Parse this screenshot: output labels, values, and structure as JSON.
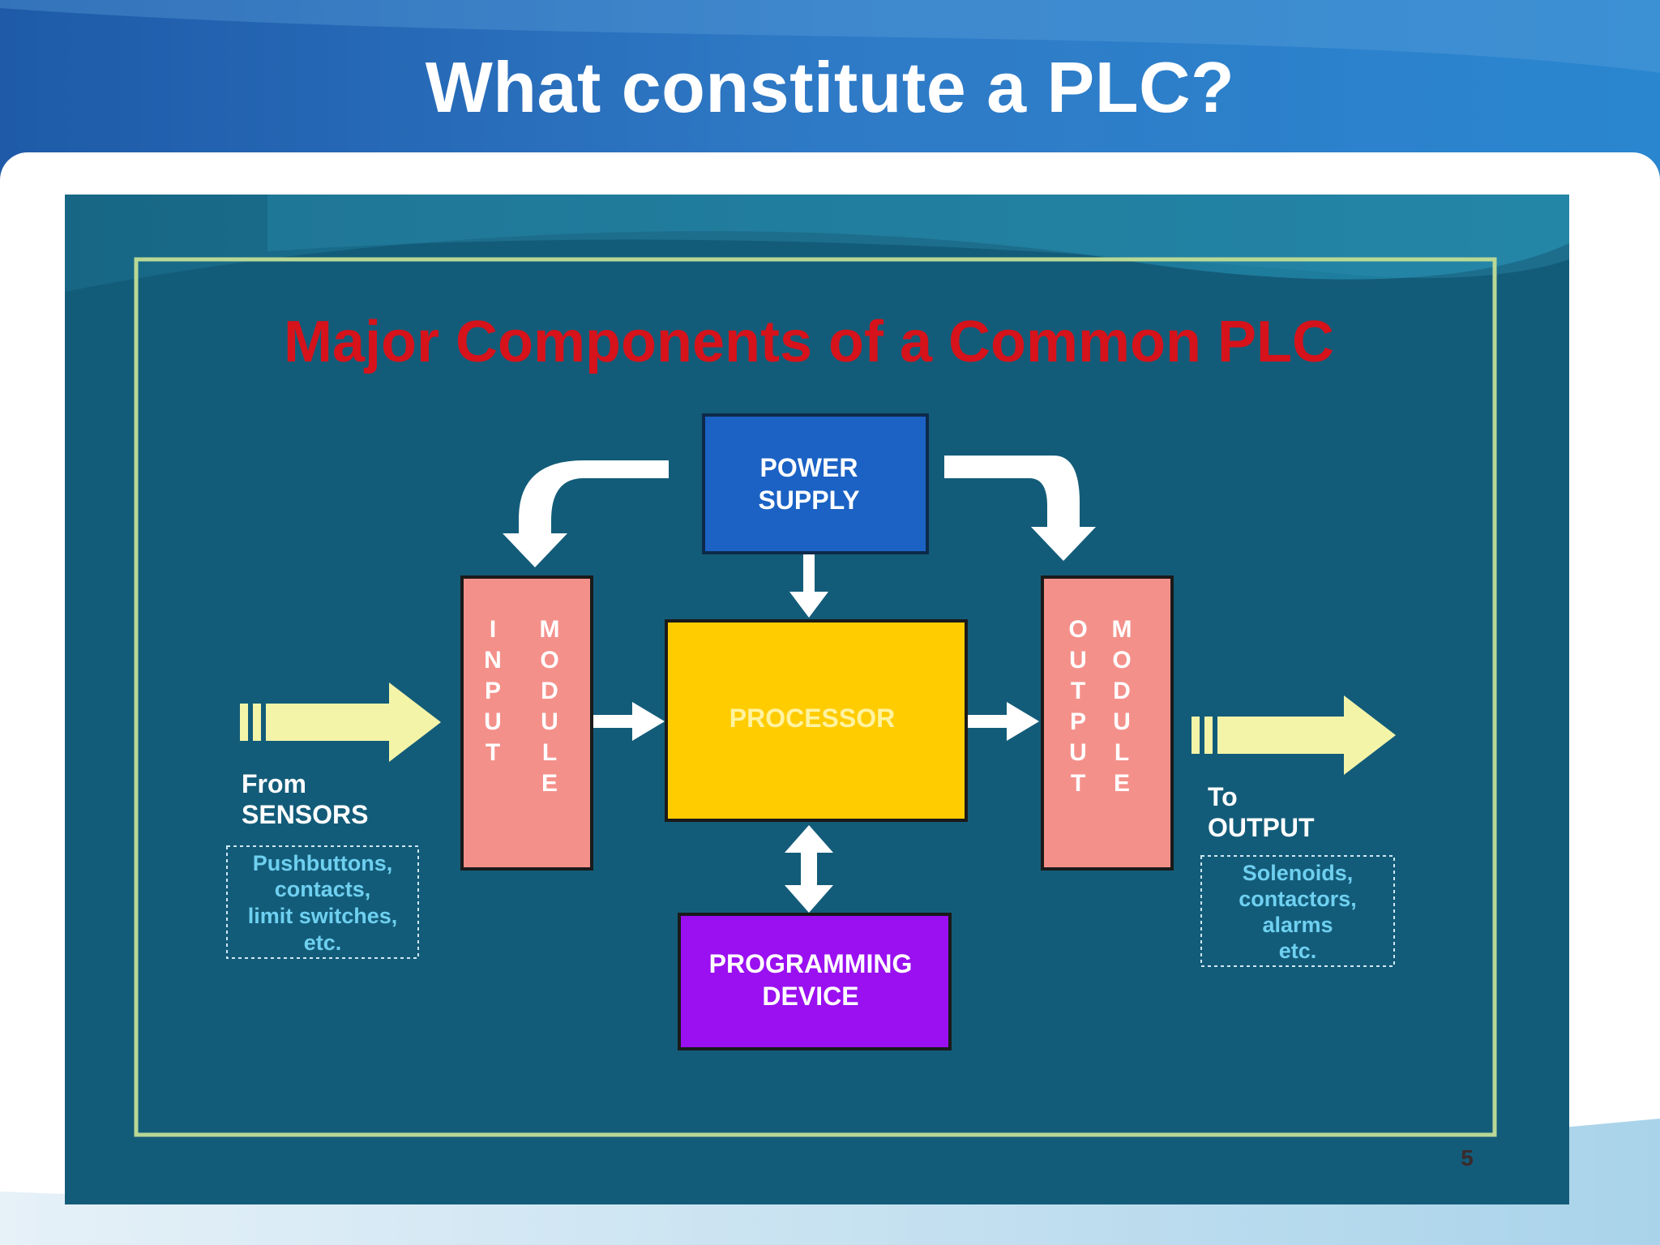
{
  "slide": {
    "title": "What constitute a PLC?"
  },
  "diagram": {
    "heading": "Major Components of a Common PLC",
    "power_supply": [
      "POWER",
      "SUPPLY"
    ],
    "processor": "PROCESSOR",
    "programming_device": [
      "PROGRAMMING",
      "DEVICE"
    ],
    "input_module": {
      "word1": [
        "I",
        "N",
        "P",
        "U",
        "T"
      ],
      "word2": [
        "M",
        "O",
        "D",
        "U",
        "L",
        "E"
      ]
    },
    "output_module": {
      "word1": [
        "O",
        "U",
        "T",
        "P",
        "U",
        "T"
      ],
      "word2": [
        "M",
        "O",
        "D",
        "U",
        "L",
        "E"
      ]
    },
    "from_label": [
      "From",
      "SENSORS"
    ],
    "sensors_box": [
      "Pushbuttons,",
      "contacts,",
      "limit switches,",
      "etc."
    ],
    "to_label": [
      "To",
      "OUTPUT"
    ],
    "outputs_box": [
      "Solenoids,",
      "contactors,",
      "alarms",
      "etc."
    ],
    "page_number": "5"
  },
  "colors": {
    "panel_bg": "#135c79",
    "frame": "#b9d896",
    "heading": "#d6121b",
    "power_supply": "#1b62c4",
    "processor": "#ffcc00",
    "programming_device": "#9a10f0",
    "module": "#f4908a",
    "box_text": "#ffffff",
    "sensor_text": "#6fd0f0",
    "arrow_yellow": "#f4f4a8"
  }
}
